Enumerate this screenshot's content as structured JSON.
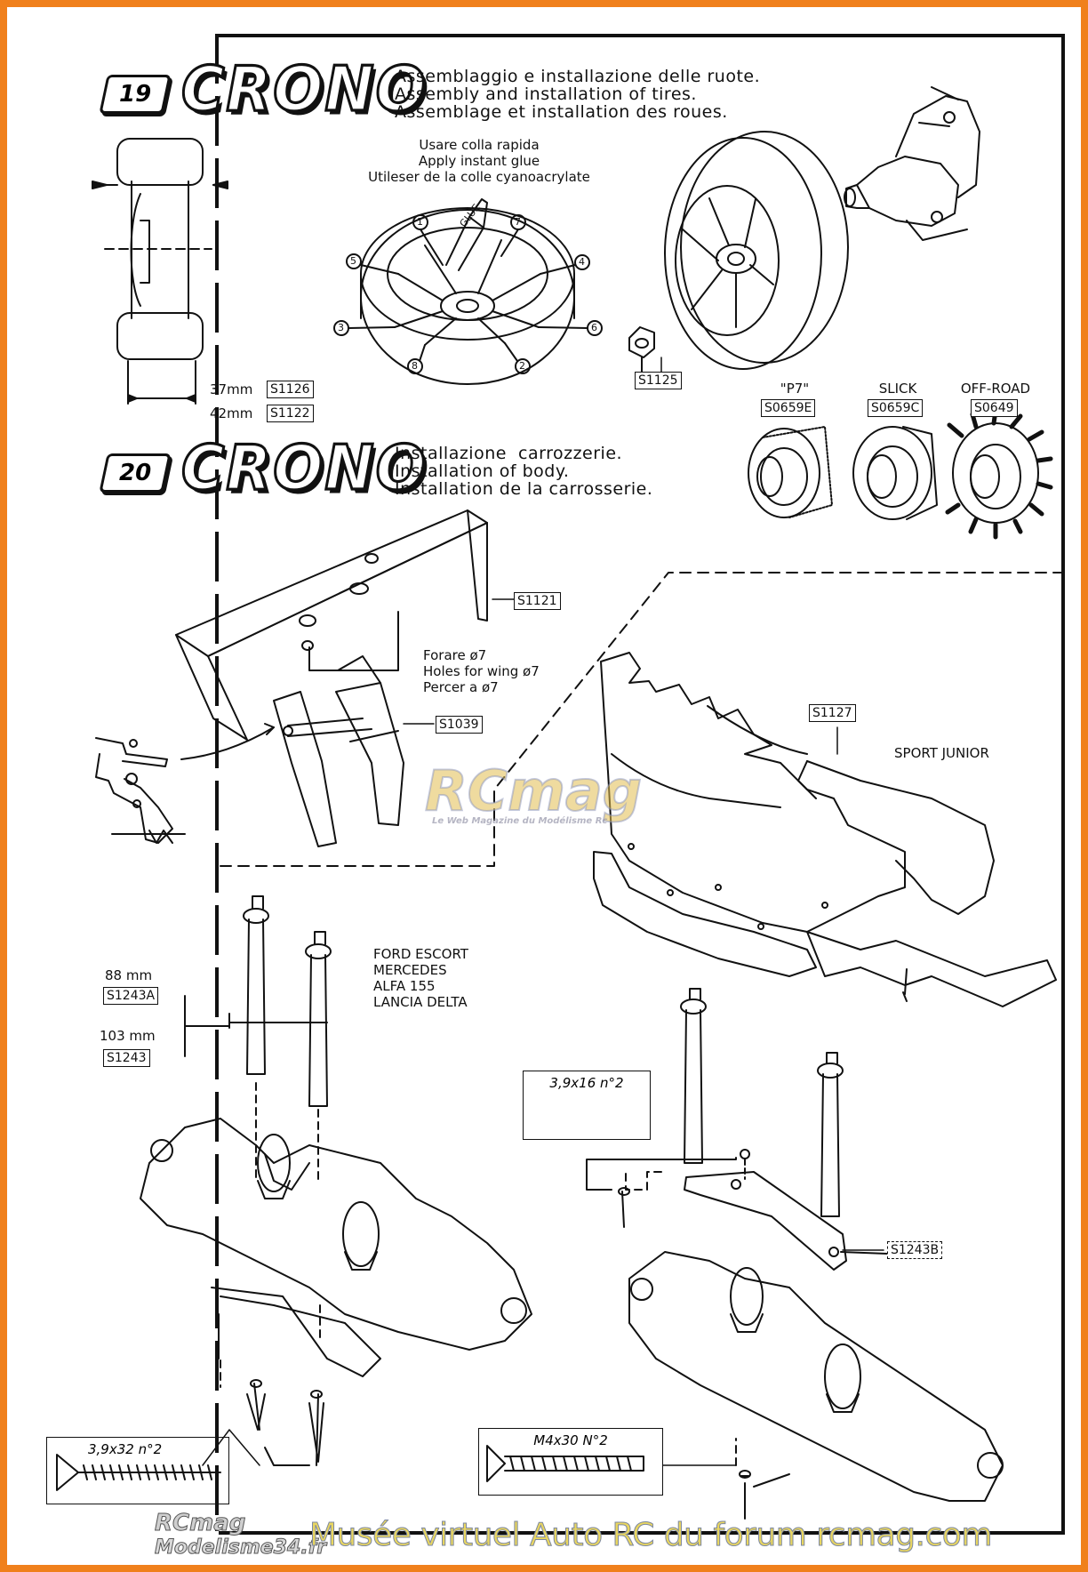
{
  "step19": {
    "number": "19",
    "brand": "CRONO",
    "lines": [
      "Assemblaggio e installazione delle ruote.",
      "Assembly and installation of tires.",
      "Assemblage et installation des roues."
    ],
    "glue_lines": [
      "Usare colla rapida",
      "Apply instant glue",
      "Utileser de la colle cyanoacrylate"
    ],
    "glue_tube": "GLUE",
    "order": [
      "1",
      "2",
      "3",
      "4",
      "5",
      "6",
      "7",
      "8"
    ],
    "dim_37": "37mm",
    "code_37": "S1126",
    "dim_42": "42mm",
    "code_42": "S1122",
    "nut_code": "S1125",
    "tires": [
      {
        "name": "\"P7\"",
        "code": "S0659E"
      },
      {
        "name": "SLICK",
        "code": "S0659C"
      },
      {
        "name": "OFF-ROAD",
        "code": "S0649"
      }
    ]
  },
  "step20": {
    "number": "20",
    "brand": "CRONO",
    "lines": [
      "Installazione  carrozzerie.",
      "Installation of body.",
      "Installation de la carrosserie."
    ],
    "wing_code": "S1121",
    "holes_lines": [
      "Forare ø7",
      "Holes for wing ø7",
      "Percer a ø7"
    ],
    "mount_code": "S1039",
    "body_code": "S1127",
    "body_name": "SPORT JUNIOR",
    "models": [
      "FORD ESCORT",
      "MERCEDES",
      "ALFA 155",
      "LANCIA DELTA"
    ],
    "post_88": "88 mm",
    "code_88": "S1243A",
    "post_103": "103 mm",
    "code_103": "S1243",
    "screw_3916": "3,9x16  n°2",
    "plate_code": "S1243B",
    "screw_3932": "3,9x32  n°2",
    "screw_m430": "M4x30  N°2"
  },
  "watermark": {
    "logo": "RCmag",
    "tagline": "Le Web Magazine du Modélisme Rc"
  },
  "footer": {
    "logo_top": "RCmag",
    "logo_bottom": "Modelisme34.fr",
    "text": "Musée virtuel Auto RC du forum rcmag.com"
  },
  "colors": {
    "border": "#f0801c",
    "ink": "#111111",
    "footer_text": "#e9d660"
  }
}
